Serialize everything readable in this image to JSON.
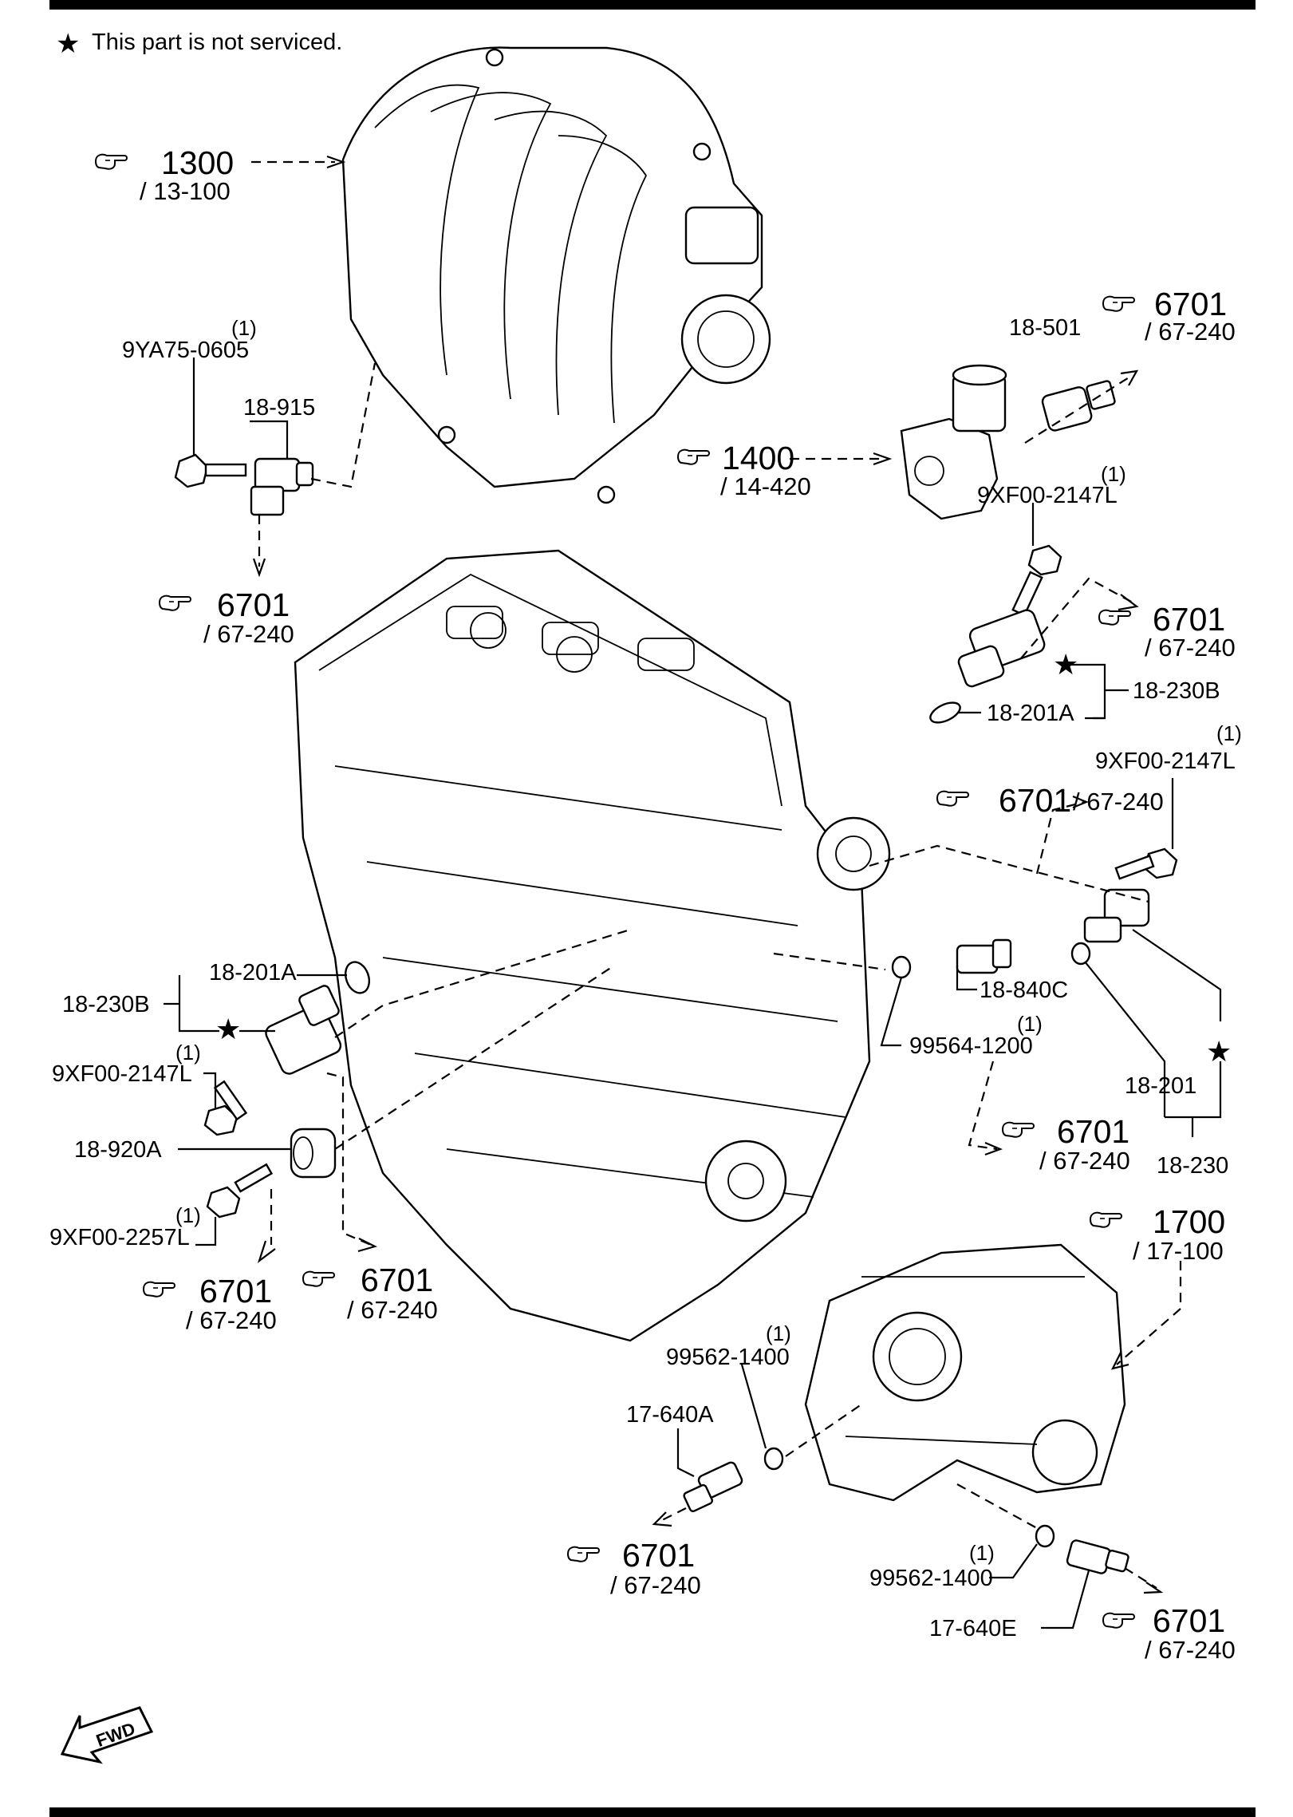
{
  "note": {
    "text": "This part is not serviced.",
    "symbol": "★"
  },
  "arrow_label": "FWD",
  "references": [
    {
      "id": "ref-1300",
      "num": "1300",
      "sub": "/ 13-100"
    },
    {
      "id": "ref-1400",
      "num": "1400",
      "sub": "/ 14-420"
    },
    {
      "id": "ref-1700",
      "num": "1700",
      "sub": "/ 17-100"
    },
    {
      "id": "ref-6701-a",
      "num": "6701",
      "sub": "/ 67-240"
    },
    {
      "id": "ref-6701-b",
      "num": "6701",
      "sub": "/ 67-240"
    },
    {
      "id": "ref-6701-c",
      "num": "6701",
      "sub": "/ 67-240"
    },
    {
      "id": "ref-6701-d",
      "num": "6701",
      "sub": "/ 67-240"
    },
    {
      "id": "ref-6701-e",
      "num": "6701",
      "sub": "/ 67-240"
    },
    {
      "id": "ref-6701-f",
      "num": "6701",
      "sub": "/ 67-240"
    },
    {
      "id": "ref-6701-g",
      "num": "6701",
      "sub": "/ 67-240"
    },
    {
      "id": "ref-6701-h",
      "num": "6701",
      "sub": "/ 67-240"
    },
    {
      "id": "ref-6701-i",
      "num": "6701",
      "sub": "/ 67-240"
    }
  ],
  "parts": [
    {
      "id": "p-9ya75-0605",
      "label": "9YA75-0605",
      "qty": "(1)"
    },
    {
      "id": "p-18-915",
      "label": "18-915"
    },
    {
      "id": "p-18-501",
      "label": "18-501"
    },
    {
      "id": "p-9xf00-2147l-a",
      "label": "9XF00-2147L",
      "qty": "(1)"
    },
    {
      "id": "p-18-230b-a",
      "label": "18-230B"
    },
    {
      "id": "p-18-201a-a",
      "label": "18-201A"
    },
    {
      "id": "p-9xf00-2147l-b",
      "label": "9XF00-2147L",
      "qty": "(1)"
    },
    {
      "id": "p-18-201a-b",
      "label": "18-201A"
    },
    {
      "id": "p-18-230b-b",
      "label": "18-230B"
    },
    {
      "id": "p-9xf00-2147l-c",
      "label": "9XF00-2147L",
      "qty": "(1)"
    },
    {
      "id": "p-18-920a",
      "label": "18-920A"
    },
    {
      "id": "p-9xf00-2257l",
      "label": "9XF00-2257L",
      "qty": "(1)"
    },
    {
      "id": "p-18-840c",
      "label": "18-840C"
    },
    {
      "id": "p-99564-1200",
      "label": "99564-1200",
      "qty": "(1)"
    },
    {
      "id": "p-18-201",
      "label": "18-201"
    },
    {
      "id": "p-18-230",
      "label": "18-230"
    },
    {
      "id": "p-99562-1400-a",
      "label": "99562-1400",
      "qty": "(1)"
    },
    {
      "id": "p-17-640a",
      "label": "17-640A"
    },
    {
      "id": "p-99562-1400-b",
      "label": "99562-1400",
      "qty": "(1)"
    },
    {
      "id": "p-17-640e",
      "label": "17-640E"
    }
  ]
}
